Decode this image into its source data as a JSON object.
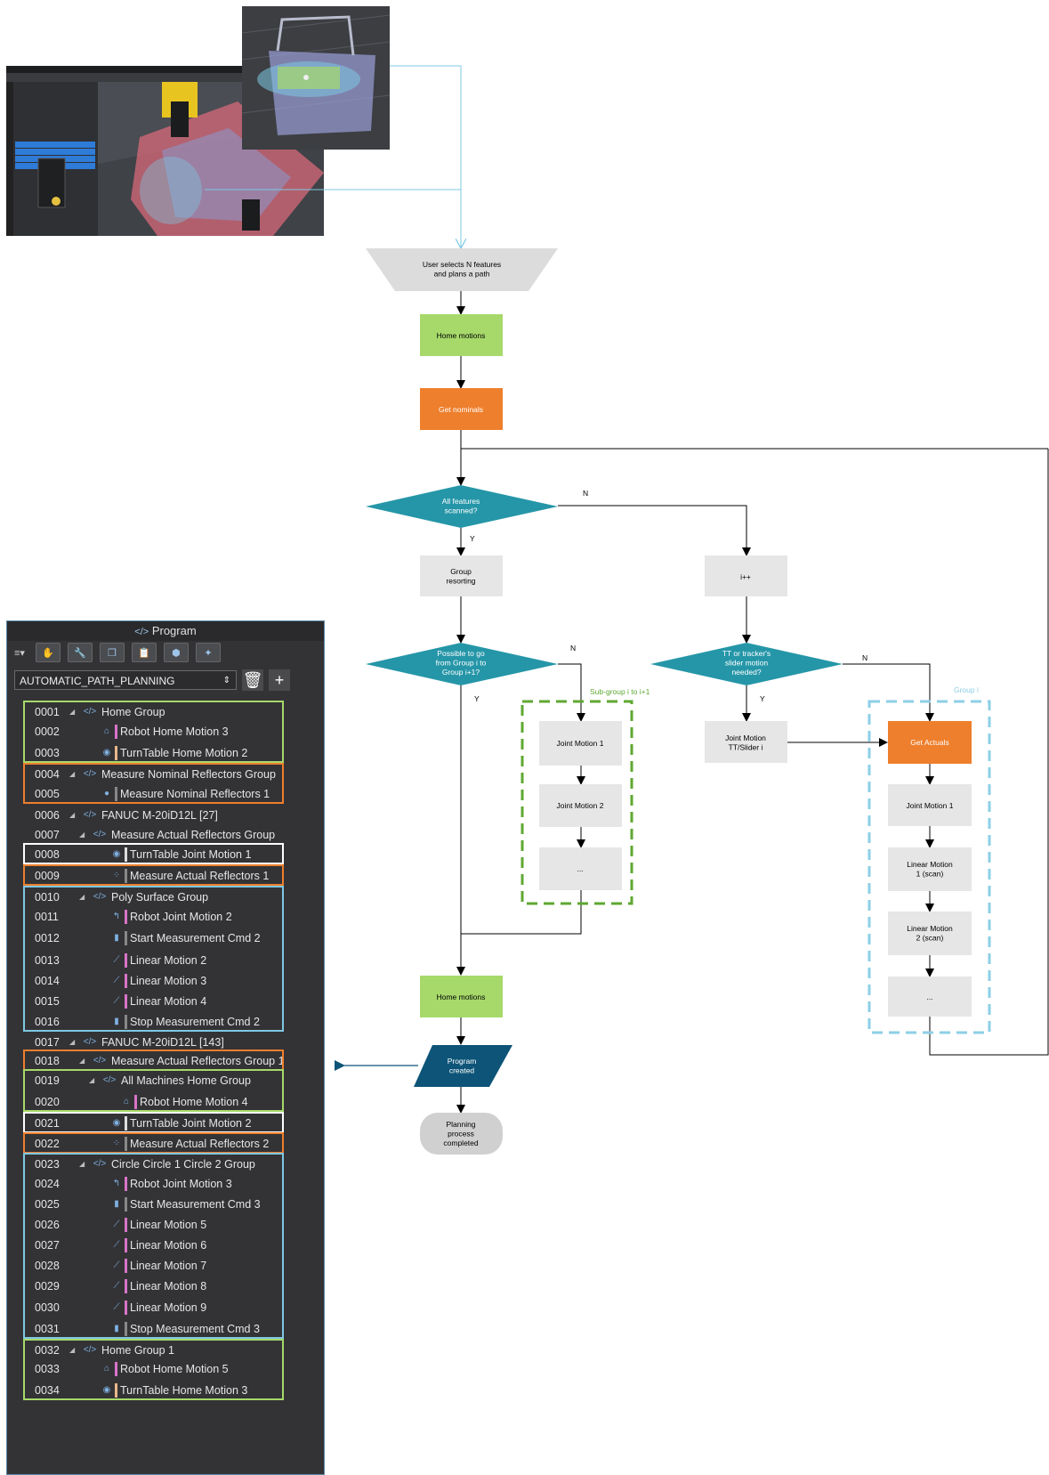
{
  "colors": {
    "green": "#a6d96a",
    "orange": "#ee7f2d",
    "teal": "#2596a8",
    "grey": "#e6e6e6",
    "navy": "#0d5478",
    "light_blue": "#7ec8e3",
    "dash_green": "#5fa832",
    "dash_blue": "#8ccfe6"
  },
  "flow": {
    "start": "User selects N features\nand plans a path",
    "home_motions_1": "Home motions",
    "get_nominals": "Get nominals",
    "all_scanned": "All features\nscanned?",
    "group_resorting": "Group\nresorting",
    "increment": "i++",
    "possible_go": "Possible to go\nfrom Group  i to\nGroup i+1?",
    "tt_slider": "TT or tracker's\nslider motion\nneeded?",
    "joint_tt": "Joint Motion\nTT/Slider i",
    "get_actuals": "Get Actuals",
    "sub_group_title": "Sub-group i to i+1",
    "sub_joint_1": "Joint Motion 1",
    "sub_joint_2": "Joint Motion 2",
    "sub_more": "...",
    "group_i_title": "Group i",
    "gi_joint_1": "Joint Motion 1",
    "gi_linear_1": "Linear Motion\n1 (scan)",
    "gi_linear_2": "Linear Motion\n2 (scan)",
    "gi_more": "...",
    "home_motions_2": "Home motions",
    "program_created": "Program\ncreated",
    "completed": "Planning\nprocess\ncompleted",
    "label_n1": "N",
    "label_y1": "Y",
    "label_n2": "N",
    "label_y2": "Y",
    "label_n3": "N",
    "label_y3": "Y"
  },
  "program_panel": {
    "title": "Program",
    "program_name": "AUTOMATIC_PATH_PLANNING",
    "rows": [
      {
        "num": "0001",
        "level": 0,
        "group": true,
        "label": "Home Group",
        "icon": "code-icon",
        "bar": ""
      },
      {
        "num": "0002",
        "level": 1,
        "group": false,
        "label": "Robot Home Motion 3",
        "icon": "robot-home-icon",
        "bar": "#d874c8"
      },
      {
        "num": "0003",
        "level": 1,
        "group": false,
        "label": "TurnTable Home Motion 2",
        "icon": "turntable-icon",
        "bar": "#e8b88a"
      },
      {
        "num": "0004",
        "level": 0,
        "group": true,
        "label": "Measure Nominal Reflectors Group",
        "icon": "code-icon",
        "bar": ""
      },
      {
        "num": "0005",
        "level": 1,
        "group": false,
        "label": "Measure Nominal Reflectors 1",
        "icon": "measure-icon",
        "bar": "#888888"
      },
      {
        "num": "0006",
        "level": 0,
        "group": true,
        "label": "FANUC M-20iD12L [27]",
        "icon": "code-icon",
        "bar": ""
      },
      {
        "num": "0007",
        "level": 1,
        "group": true,
        "label": "Measure Actual Reflectors Group",
        "icon": "code-icon",
        "bar": ""
      },
      {
        "num": "0008",
        "level": 2,
        "group": false,
        "label": "TurnTable Joint Motion 1",
        "icon": "turntable-icon",
        "bar": "#dddddd"
      },
      {
        "num": "0009",
        "level": 2,
        "group": false,
        "label": "Measure Actual Reflectors 1",
        "icon": "reflectors-icon",
        "bar": "#888888"
      },
      {
        "num": "0010",
        "level": 1,
        "group": true,
        "label": "Poly Surface Group",
        "icon": "code-icon",
        "bar": ""
      },
      {
        "num": "0011",
        "level": 2,
        "group": false,
        "label": "Robot Joint Motion 2",
        "icon": "robot-joint-icon",
        "bar": "#d874c8"
      },
      {
        "num": "0012",
        "level": 2,
        "group": false,
        "label": "Start Measurement Cmd 2",
        "icon": "cmd-icon",
        "bar": "#888888"
      },
      {
        "num": "0013",
        "level": 2,
        "group": false,
        "label": "Linear Motion 2",
        "icon": "linear-icon",
        "bar": "#d874c8"
      },
      {
        "num": "0014",
        "level": 2,
        "group": false,
        "label": "Linear Motion 3",
        "icon": "linear-icon",
        "bar": "#d874c8"
      },
      {
        "num": "0015",
        "level": 2,
        "group": false,
        "label": "Linear Motion 4",
        "icon": "linear-icon",
        "bar": "#d874c8"
      },
      {
        "num": "0016",
        "level": 2,
        "group": false,
        "label": "Stop Measurement Cmd 2",
        "icon": "cmd-icon",
        "bar": "#888888"
      },
      {
        "num": "0017",
        "level": 0,
        "group": true,
        "label": "FANUC M-20iD12L [143]",
        "icon": "code-icon",
        "bar": ""
      },
      {
        "num": "0018",
        "level": 1,
        "group": true,
        "label": "Measure Actual Reflectors Group 1",
        "icon": "code-icon",
        "bar": ""
      },
      {
        "num": "0019",
        "level": 2,
        "group": true,
        "label": "All Machines Home Group",
        "icon": "code-icon",
        "bar": ""
      },
      {
        "num": "0020",
        "level": 3,
        "group": false,
        "label": "Robot Home Motion 4",
        "icon": "robot-home-icon",
        "bar": "#d874c8"
      },
      {
        "num": "0021",
        "level": 2,
        "group": false,
        "label": "TurnTable Joint Motion 2",
        "icon": "turntable-icon",
        "bar": "#dddddd"
      },
      {
        "num": "0022",
        "level": 2,
        "group": false,
        "label": "Measure Actual Reflectors 2",
        "icon": "reflectors-icon",
        "bar": "#888888"
      },
      {
        "num": "0023",
        "level": 1,
        "group": true,
        "label": "Circle Circle 1 Circle 2 Group",
        "icon": "code-icon",
        "bar": ""
      },
      {
        "num": "0024",
        "level": 2,
        "group": false,
        "label": "Robot Joint Motion 3",
        "icon": "robot-joint-icon",
        "bar": "#d874c8"
      },
      {
        "num": "0025",
        "level": 2,
        "group": false,
        "label": "Start Measurement Cmd 3",
        "icon": "cmd-icon",
        "bar": "#888888"
      },
      {
        "num": "0026",
        "level": 2,
        "group": false,
        "label": "Linear Motion 5",
        "icon": "linear-icon",
        "bar": "#d874c8"
      },
      {
        "num": "0027",
        "level": 2,
        "group": false,
        "label": "Linear Motion 6",
        "icon": "linear-icon",
        "bar": "#d874c8"
      },
      {
        "num": "0028",
        "level": 2,
        "group": false,
        "label": "Linear Motion 7",
        "icon": "linear-icon",
        "bar": "#d874c8"
      },
      {
        "num": "0029",
        "level": 2,
        "group": false,
        "label": "Linear Motion 8",
        "icon": "linear-icon",
        "bar": "#d874c8"
      },
      {
        "num": "0030",
        "level": 2,
        "group": false,
        "label": "Linear Motion 9",
        "icon": "linear-icon",
        "bar": "#d874c8"
      },
      {
        "num": "0031",
        "level": 2,
        "group": false,
        "label": "Stop Measurement Cmd 3",
        "icon": "cmd-icon",
        "bar": "#888888"
      },
      {
        "num": "0032",
        "level": 0,
        "group": true,
        "label": "Home Group 1",
        "icon": "code-icon",
        "bar": ""
      },
      {
        "num": "0033",
        "level": 1,
        "group": false,
        "label": "Robot Home Motion 5",
        "icon": "robot-home-icon",
        "bar": "#d874c8"
      },
      {
        "num": "0034",
        "level": 1,
        "group": false,
        "label": "TurnTable Home Motion 3",
        "icon": "turntable-icon",
        "bar": "#e8b88a"
      }
    ],
    "highlight_boxes": [
      {
        "from": 0,
        "to": 2,
        "color": "#a6d96a"
      },
      {
        "from": 3,
        "to": 4,
        "color": "#ee7f2d"
      },
      {
        "from": 7,
        "to": 7,
        "color": "#ffffff"
      },
      {
        "from": 8,
        "to": 8,
        "color": "#ee7f2d"
      },
      {
        "from": 9,
        "to": 15,
        "color": "#7ec8e3"
      },
      {
        "from": 17,
        "to": 17,
        "color": "#ee7f2d"
      },
      {
        "from": 18,
        "to": 19,
        "color": "#a6d96a"
      },
      {
        "from": 20,
        "to": 20,
        "color": "#ffffff"
      },
      {
        "from": 21,
        "to": 21,
        "color": "#ee7f2d"
      },
      {
        "from": 22,
        "to": 30,
        "color": "#7ec8e3"
      },
      {
        "from": 31,
        "to": 33,
        "color": "#a6d96a"
      }
    ]
  }
}
